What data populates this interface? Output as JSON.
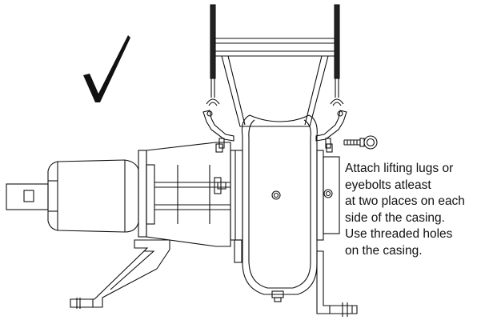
{
  "note": {
    "lines": [
      "Attach lifting lugs or",
      "eyebolts atleast",
      "at two places on each",
      "side of the casing.",
      "Use threaded holes",
      "on the casing."
    ]
  },
  "colors": {
    "line": "#111111",
    "sling_band": "#222222",
    "background": "#ffffff"
  },
  "icons": {
    "approval_mark": "checkmark-icon",
    "fastener": "eyebolt-icon"
  }
}
